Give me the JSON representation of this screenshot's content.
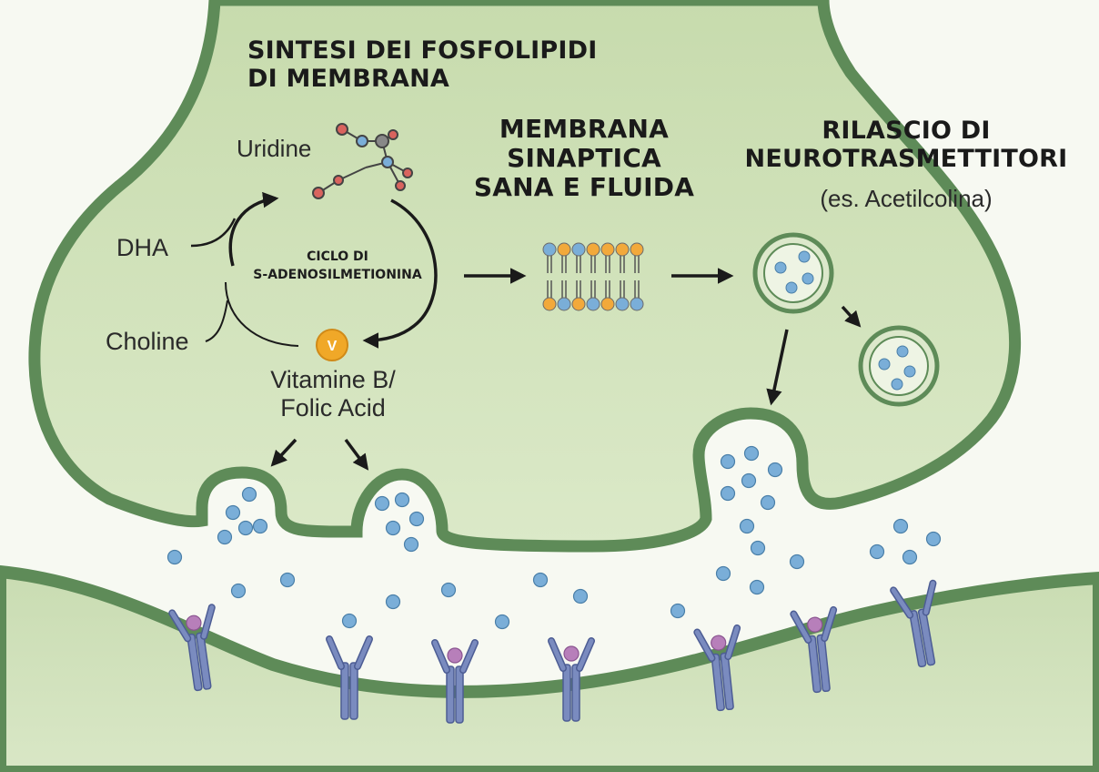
{
  "titles": {
    "synthesis_line1": "SINTESI DEI FOSFOLIPIDI",
    "synthesis_line2": "DI MEMBRANA",
    "membrane_line1": "MEMBRANA",
    "membrane_line2": "SINAPTICA",
    "membrane_line3": "SANA E FLUIDA",
    "release_line1": "RILASCIO DI",
    "release_line2": "NEUROTRASMETTITORI",
    "release_sub": "(es. Acetilcolina)"
  },
  "cycle": {
    "line1": "CICLO DI",
    "line2": "S-ADENOSILMETIONINA"
  },
  "labels": {
    "uridine": "Uridine",
    "dha": "DHA",
    "choline": "Choline",
    "vitamin_badge": "V",
    "vitamin_line1": "Vitamine B/",
    "vitamin_line2": "Folic Acid"
  },
  "colors": {
    "neuron_fill": "#d4e4bf",
    "neuron_outline": "#5e8b58",
    "cleft": "#f7f9f2",
    "neurotransmitter": "#7aaed8",
    "receptor": "#7a8bbf",
    "receptor_ligand": "#b77fba",
    "phospholipid_head_orange": "#f2a93b",
    "phospholipid_head_blue": "#7aaed8",
    "vitamin_badge": "#f0a828",
    "molecule_red": "#d9645e",
    "molecule_blue": "#7aaed8"
  }
}
